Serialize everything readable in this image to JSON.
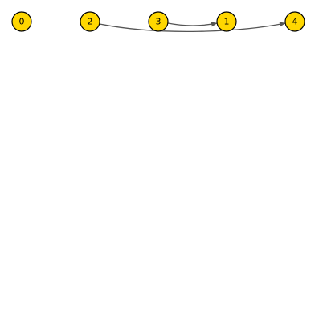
{
  "graph": {
    "directed": true,
    "node_color": "#FFD700",
    "node_border_color": "#000000",
    "edge_color": "#555555",
    "nodes": [
      {
        "id": "0",
        "label": "0"
      },
      {
        "id": "2",
        "label": "2"
      },
      {
        "id": "3",
        "label": "3"
      },
      {
        "id": "1",
        "label": "1"
      },
      {
        "id": "4",
        "label": "4"
      }
    ],
    "edges": [
      {
        "source": "2",
        "target": "4"
      },
      {
        "source": "3",
        "target": "1"
      }
    ]
  }
}
